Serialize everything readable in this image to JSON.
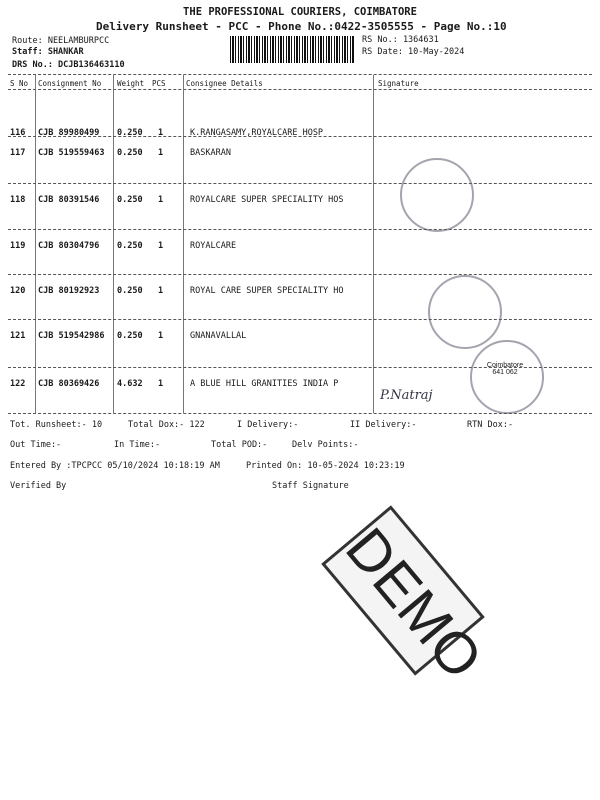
{
  "header": {
    "company": "THE PROFESSIONAL COURIERS, COIMBATORE",
    "title": "Delivery Runsheet - PCC - Phone No.:0422-3505555 - Page No.:10",
    "route": "Route: NEELAMBURPCC",
    "staff": "Staff: SHANKAR",
    "drs": "DRS No.: DCJB136463110",
    "rs_no": "RS No.: 1364631",
    "rs_date": "RS Date: 10-May-2024"
  },
  "columns": [
    "S No",
    "Consignment No",
    "Weight",
    "PCS",
    "Consignee Details",
    "Signature"
  ],
  "rows": [
    {
      "sno": "116",
      "cn": "CJB 89980499",
      "weight": "0.250",
      "pcs": "1",
      "consignee": "K.RANGASAMY,ROYALCARE HOSP"
    },
    {
      "sno": "117",
      "cn": "CJB 519559463",
      "weight": "0.250",
      "pcs": "1",
      "consignee": "BASKARAN"
    },
    {
      "sno": "118",
      "cn": "CJB 80391546",
      "weight": "0.250",
      "pcs": "1",
      "consignee": "ROYALCARE SUPER SPECIALITY HOS"
    },
    {
      "sno": "119",
      "cn": "CJB 80304796",
      "weight": "0.250",
      "pcs": "1",
      "consignee": "ROYALCARE"
    },
    {
      "sno": "120",
      "cn": "CJB 80192923",
      "weight": "0.250",
      "pcs": "1",
      "consignee": "ROYAL CARE SUPER SPECIALITY HO"
    },
    {
      "sno": "121",
      "cn": "CJB 519542986",
      "weight": "0.250",
      "pcs": "1",
      "consignee": "GNANAVALLAL"
    },
    {
      "sno": "122",
      "cn": "CJB 80369426",
      "weight": "4.632",
      "pcs": "1",
      "consignee": "A BLUE HILL GRANITIES INDIA P"
    }
  ],
  "footer": {
    "tot_runsheet": "Tot. Runsheet:- 10",
    "total_dox": "Total Dox:- 122",
    "i_delivery": "I Delivery:-",
    "ii_delivery": "II Delivery:-",
    "rtn_dox": "RTN Dox:-",
    "out_time": "Out Time:-",
    "in_time": "In Time:-",
    "total_pod": "Total POD:-",
    "delv_points": "Delv Points:-",
    "entered_by": "Entered By :TPCPCC 05/10/2024 10:18:19 AM",
    "printed_on": "Printed On: 10-05-2024 10:23:19",
    "verified_by": "Verified By",
    "staff_signature": "Staff Signature"
  },
  "stamps": {
    "demo": "DEMO",
    "coimbatore": "Coimbatore 641 062",
    "signature": "P.Natraj"
  }
}
